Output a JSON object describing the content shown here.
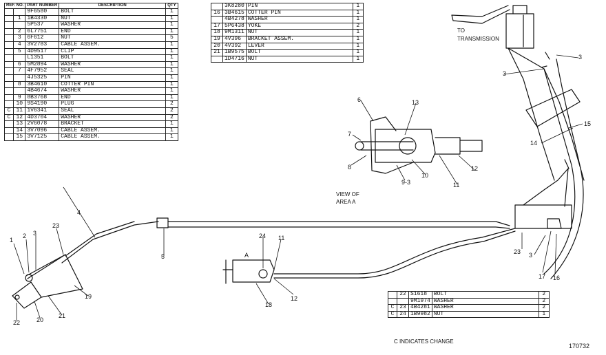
{
  "table1": {
    "headers": [
      "REF. NO.",
      "PART NUMBER",
      "DESCRIPTION",
      "QTY"
    ],
    "rows": [
      {
        "c": "",
        "ref": "",
        "part": "9F6580",
        "desc": "BOLT",
        "qty": "1"
      },
      {
        "c": "",
        "ref": "1",
        "part": "1B4330",
        "desc": "NUT",
        "qty": "1"
      },
      {
        "c": "",
        "ref": "",
        "part": "5P537",
        "desc": "WASHER",
        "qty": "1"
      },
      {
        "c": "",
        "ref": "2",
        "part": "6L7751",
        "desc": "END",
        "qty": "1"
      },
      {
        "c": "",
        "ref": "3",
        "part": "6F612",
        "desc": "NUT",
        "qty": "5"
      },
      {
        "c": "",
        "ref": "4",
        "part": "3V2783",
        "desc": "CABLE ASSEM.",
        "qty": "1"
      },
      {
        "c": "",
        "ref": "5",
        "part": "4D9517",
        "desc": "CLIP",
        "qty": "1"
      },
      {
        "c": "",
        "ref": "",
        "part": "L1351",
        "desc": "BOLT",
        "qty": "1"
      },
      {
        "c": "",
        "ref": "6",
        "part": "5M2894",
        "desc": "WASHER",
        "qty": "1"
      },
      {
        "c": "",
        "ref": "7",
        "part": "4F7952",
        "desc": "SEAL",
        "qty": "1"
      },
      {
        "c": "",
        "ref": "",
        "part": "4J5325",
        "desc": "PIN",
        "qty": "1"
      },
      {
        "c": "",
        "ref": "8",
        "part": "3B4610",
        "desc": "COTTER PIN",
        "qty": "1"
      },
      {
        "c": "",
        "ref": "",
        "part": "4B4674",
        "desc": "WASHER",
        "qty": "1"
      },
      {
        "c": "",
        "ref": "9",
        "part": "8B3768",
        "desc": "END",
        "qty": "1"
      },
      {
        "c": "",
        "ref": "10",
        "part": "9S4190",
        "desc": "PLUG",
        "qty": "2"
      },
      {
        "c": "C",
        "ref": "11",
        "part": "1V6341",
        "desc": "SEAL",
        "qty": "2"
      },
      {
        "c": "C",
        "ref": "12",
        "part": "4D3704",
        "desc": "WASHER",
        "qty": "2"
      },
      {
        "c": "",
        "ref": "13",
        "part": "2V6078",
        "desc": "BRACKET",
        "qty": "1"
      },
      {
        "c": "",
        "ref": "14",
        "part": "3V7096",
        "desc": "CABLE ASSEM.",
        "qty": "1"
      },
      {
        "c": "",
        "ref": "15",
        "part": "3V7125",
        "desc": "CABLE ASSEM.",
        "qty": "1"
      }
    ]
  },
  "table2": {
    "rows": [
      {
        "ref": "",
        "part": "3K8280",
        "desc": "PIN",
        "qty": "1"
      },
      {
        "ref": "16",
        "part": "3B4615",
        "desc": "COTTER PIN",
        "qty": "1"
      },
      {
        "ref": "",
        "part": "4B4278",
        "desc": "WASHER",
        "qty": "1"
      },
      {
        "ref": "17",
        "part": "5P6438",
        "desc": "YOKE",
        "qty": "2"
      },
      {
        "ref": "18",
        "part": "9M1311",
        "desc": "NUT",
        "qty": "1"
      },
      {
        "ref": "19",
        "part": "4V396",
        "desc": "BRACKET ASSEM.",
        "qty": "1"
      },
      {
        "ref": "20",
        "part": "4V392",
        "desc": "LEVER",
        "qty": "1"
      },
      {
        "ref": "21",
        "part": "1B9575",
        "desc": "BOLT",
        "qty": "1"
      },
      {
        "ref": "",
        "part": "1D4716",
        "desc": "NUT",
        "qty": "1"
      }
    ]
  },
  "table3": {
    "rows": [
      {
        "c": "",
        "ref": "22",
        "part": "S1618",
        "desc": "BOLT",
        "qty": "2"
      },
      {
        "c": "",
        "ref": "",
        "part": "9M1974",
        "desc": "WASHER",
        "qty": "2"
      },
      {
        "c": "C",
        "ref": "23",
        "part": "4B4281",
        "desc": "WASHER",
        "qty": "2"
      },
      {
        "c": "C",
        "ref": "24",
        "part": "1B9982",
        "desc": "NUT",
        "qty": "1"
      }
    ],
    "note": "C INDICATES CHANGE"
  },
  "to_transmission": [
    "TO",
    "TRANSMISSION"
  ],
  "view_label": [
    "VIEW OF",
    "AREA A"
  ],
  "area_marker": "A",
  "figure_number": "170732",
  "callouts": [
    "1",
    "2",
    "3",
    "4",
    "5",
    "6",
    "7",
    "8",
    "9-3",
    "10",
    "11",
    "12",
    "13",
    "14",
    "15",
    "16",
    "17",
    "18",
    "19",
    "20",
    "21",
    "22",
    "23",
    "24"
  ]
}
